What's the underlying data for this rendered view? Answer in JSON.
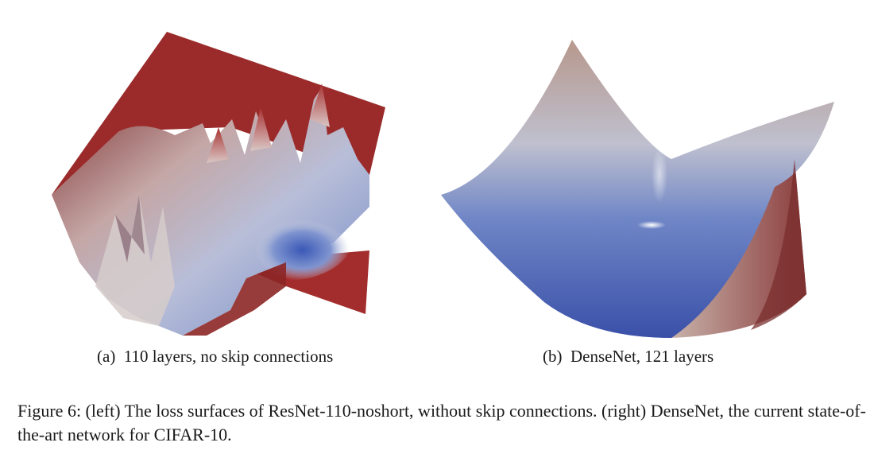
{
  "figure": {
    "panels": [
      {
        "id": "a",
        "description_label": "(a)",
        "label": "110 layers, no skip connections",
        "surface": "chaotic",
        "colors": {
          "high": "#9a2a2a",
          "mid": "#d8c2c0",
          "low": "#3f5fb8"
        }
      },
      {
        "id": "b",
        "description_label": "(b)",
        "label": "DenseNet, 121 layers",
        "surface": "smooth-convex",
        "colors": {
          "high": "#b49a8e",
          "mid": "#c7c9d8",
          "low": "#3c54ad"
        }
      }
    ],
    "caption": "Figure 6: (left) The loss surfaces of ResNet-110-noshort, without skip connections. (right) DenseNet, the current state-of-the-art network for CIFAR-10."
  }
}
